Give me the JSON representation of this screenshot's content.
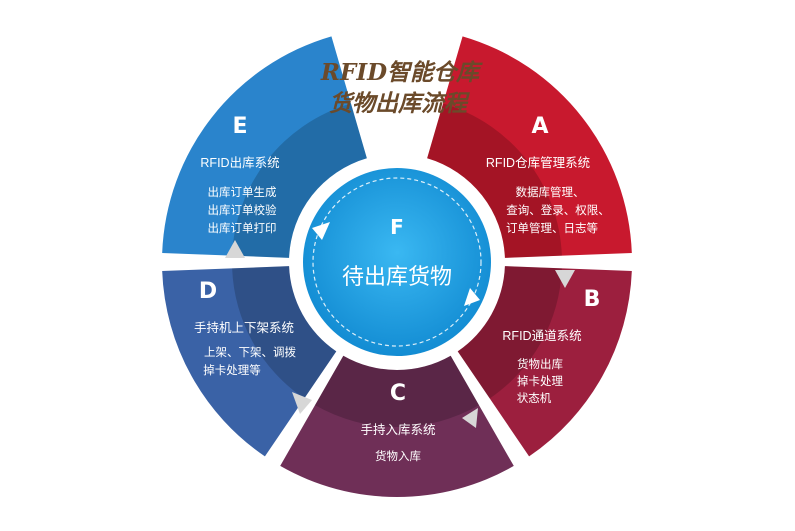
{
  "title": {
    "line1": "RFID智能仓库",
    "line2": "货物出库流程"
  },
  "center": {
    "letter": "F",
    "label": "待出库货物",
    "color": "#1a9fe0"
  },
  "segments": [
    {
      "id": "A",
      "letter": "A",
      "title": "RFID仓库管理系统",
      "items": [
        "数据库管理、",
        "查询、登录、权限、",
        "订单管理、日志等"
      ],
      "color": "#c8192e"
    },
    {
      "id": "B",
      "letter": "B",
      "title": "RFID通道系统",
      "items": [
        "货物出库",
        "掉卡处理",
        "状态机"
      ],
      "color": "#9c1f3e"
    },
    {
      "id": "C",
      "letter": "C",
      "title": "手持入库系统",
      "items": [
        "货物入库"
      ],
      "color": "#6f2f57"
    },
    {
      "id": "D",
      "letter": "D",
      "title": "手持机上下架系统",
      "items": [
        "上架、下架、调拨",
        "掉卡处理等"
      ],
      "color": "#3a62a6"
    },
    {
      "id": "E",
      "letter": "E",
      "title": "RFID出库系统",
      "items": [
        "出库订单生成",
        "出库订单校验",
        "出库订单打印"
      ],
      "color": "#2a84cc"
    }
  ]
}
